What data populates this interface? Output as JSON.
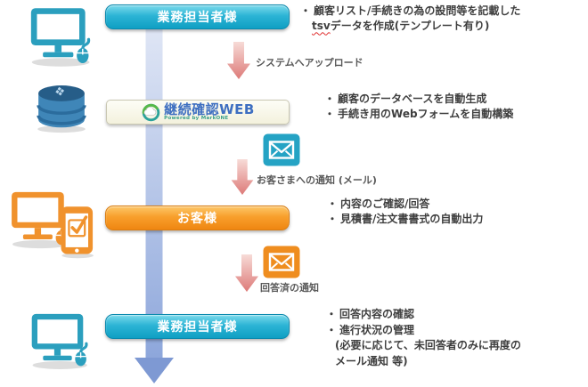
{
  "ui": {
    "bullet": "・"
  },
  "flow": {
    "box1": {
      "label": "業務担当者様"
    },
    "system_box": {
      "brand": "継続確認WEB",
      "powered": "Powered by MarkONE"
    },
    "box3": {
      "label": "お客様"
    },
    "box4": {
      "label": "業務担当者様"
    }
  },
  "arrows": {
    "upload": {
      "label": "システムへアップロード"
    },
    "notify_customer": {
      "label": "お客さまへの通知 (メール)"
    },
    "notify_answered": {
      "label": "回答済の通知"
    }
  },
  "notes": {
    "create_tsv": {
      "line1": "顧客リスト/手続きの為の設問等を記載した",
      "line2_highlight": "tsv",
      "line2_rest": "データを作成(テンプレート有り)"
    },
    "auto_build": {
      "item1": "顧客のデータベースを自動生成",
      "item2": "手続き用のWebフォームを自動構築"
    },
    "customer_actions": {
      "item1": "内容のご確認/回答",
      "item2": "見積書/注文書書式の自動出力"
    },
    "staff_followup": {
      "item1": "回答内容の確認",
      "item2": "進行状況の管理",
      "item2_note1": "(必要に応じて、未回答者のみに再度の",
      "item2_note2": "メール通知 等)"
    }
  },
  "icons": {
    "pc": "desktop-monitor-with-mouse",
    "database": "database-cylinder",
    "devices": "monitor-and-smartphone-check",
    "mail": "envelope",
    "main_flow": "vertical-down-arrow",
    "step_arrow": "small-down-arrow",
    "logo_mark": "recycle-ring-cloud"
  },
  "colors": {
    "teal_box": "#14a4c7",
    "orange_box": "#f3941c",
    "flow_band_blue": "#8aa4da",
    "flow_head_blue": "#7e99d3",
    "pink_arrow": "#dd7a78",
    "teal_icon": "#2b9fbe",
    "orange_icon": "#f0922d",
    "db_blue": "#3f86b8",
    "brand_blue": "#3e6fc1",
    "logo_green": "#58b948",
    "logo_teal": "#2da39b",
    "mail_teal": "#25a3c4",
    "mail_orange": "#ef8d1f",
    "note_text": "#3e3e3e",
    "label_text": "#595959"
  }
}
